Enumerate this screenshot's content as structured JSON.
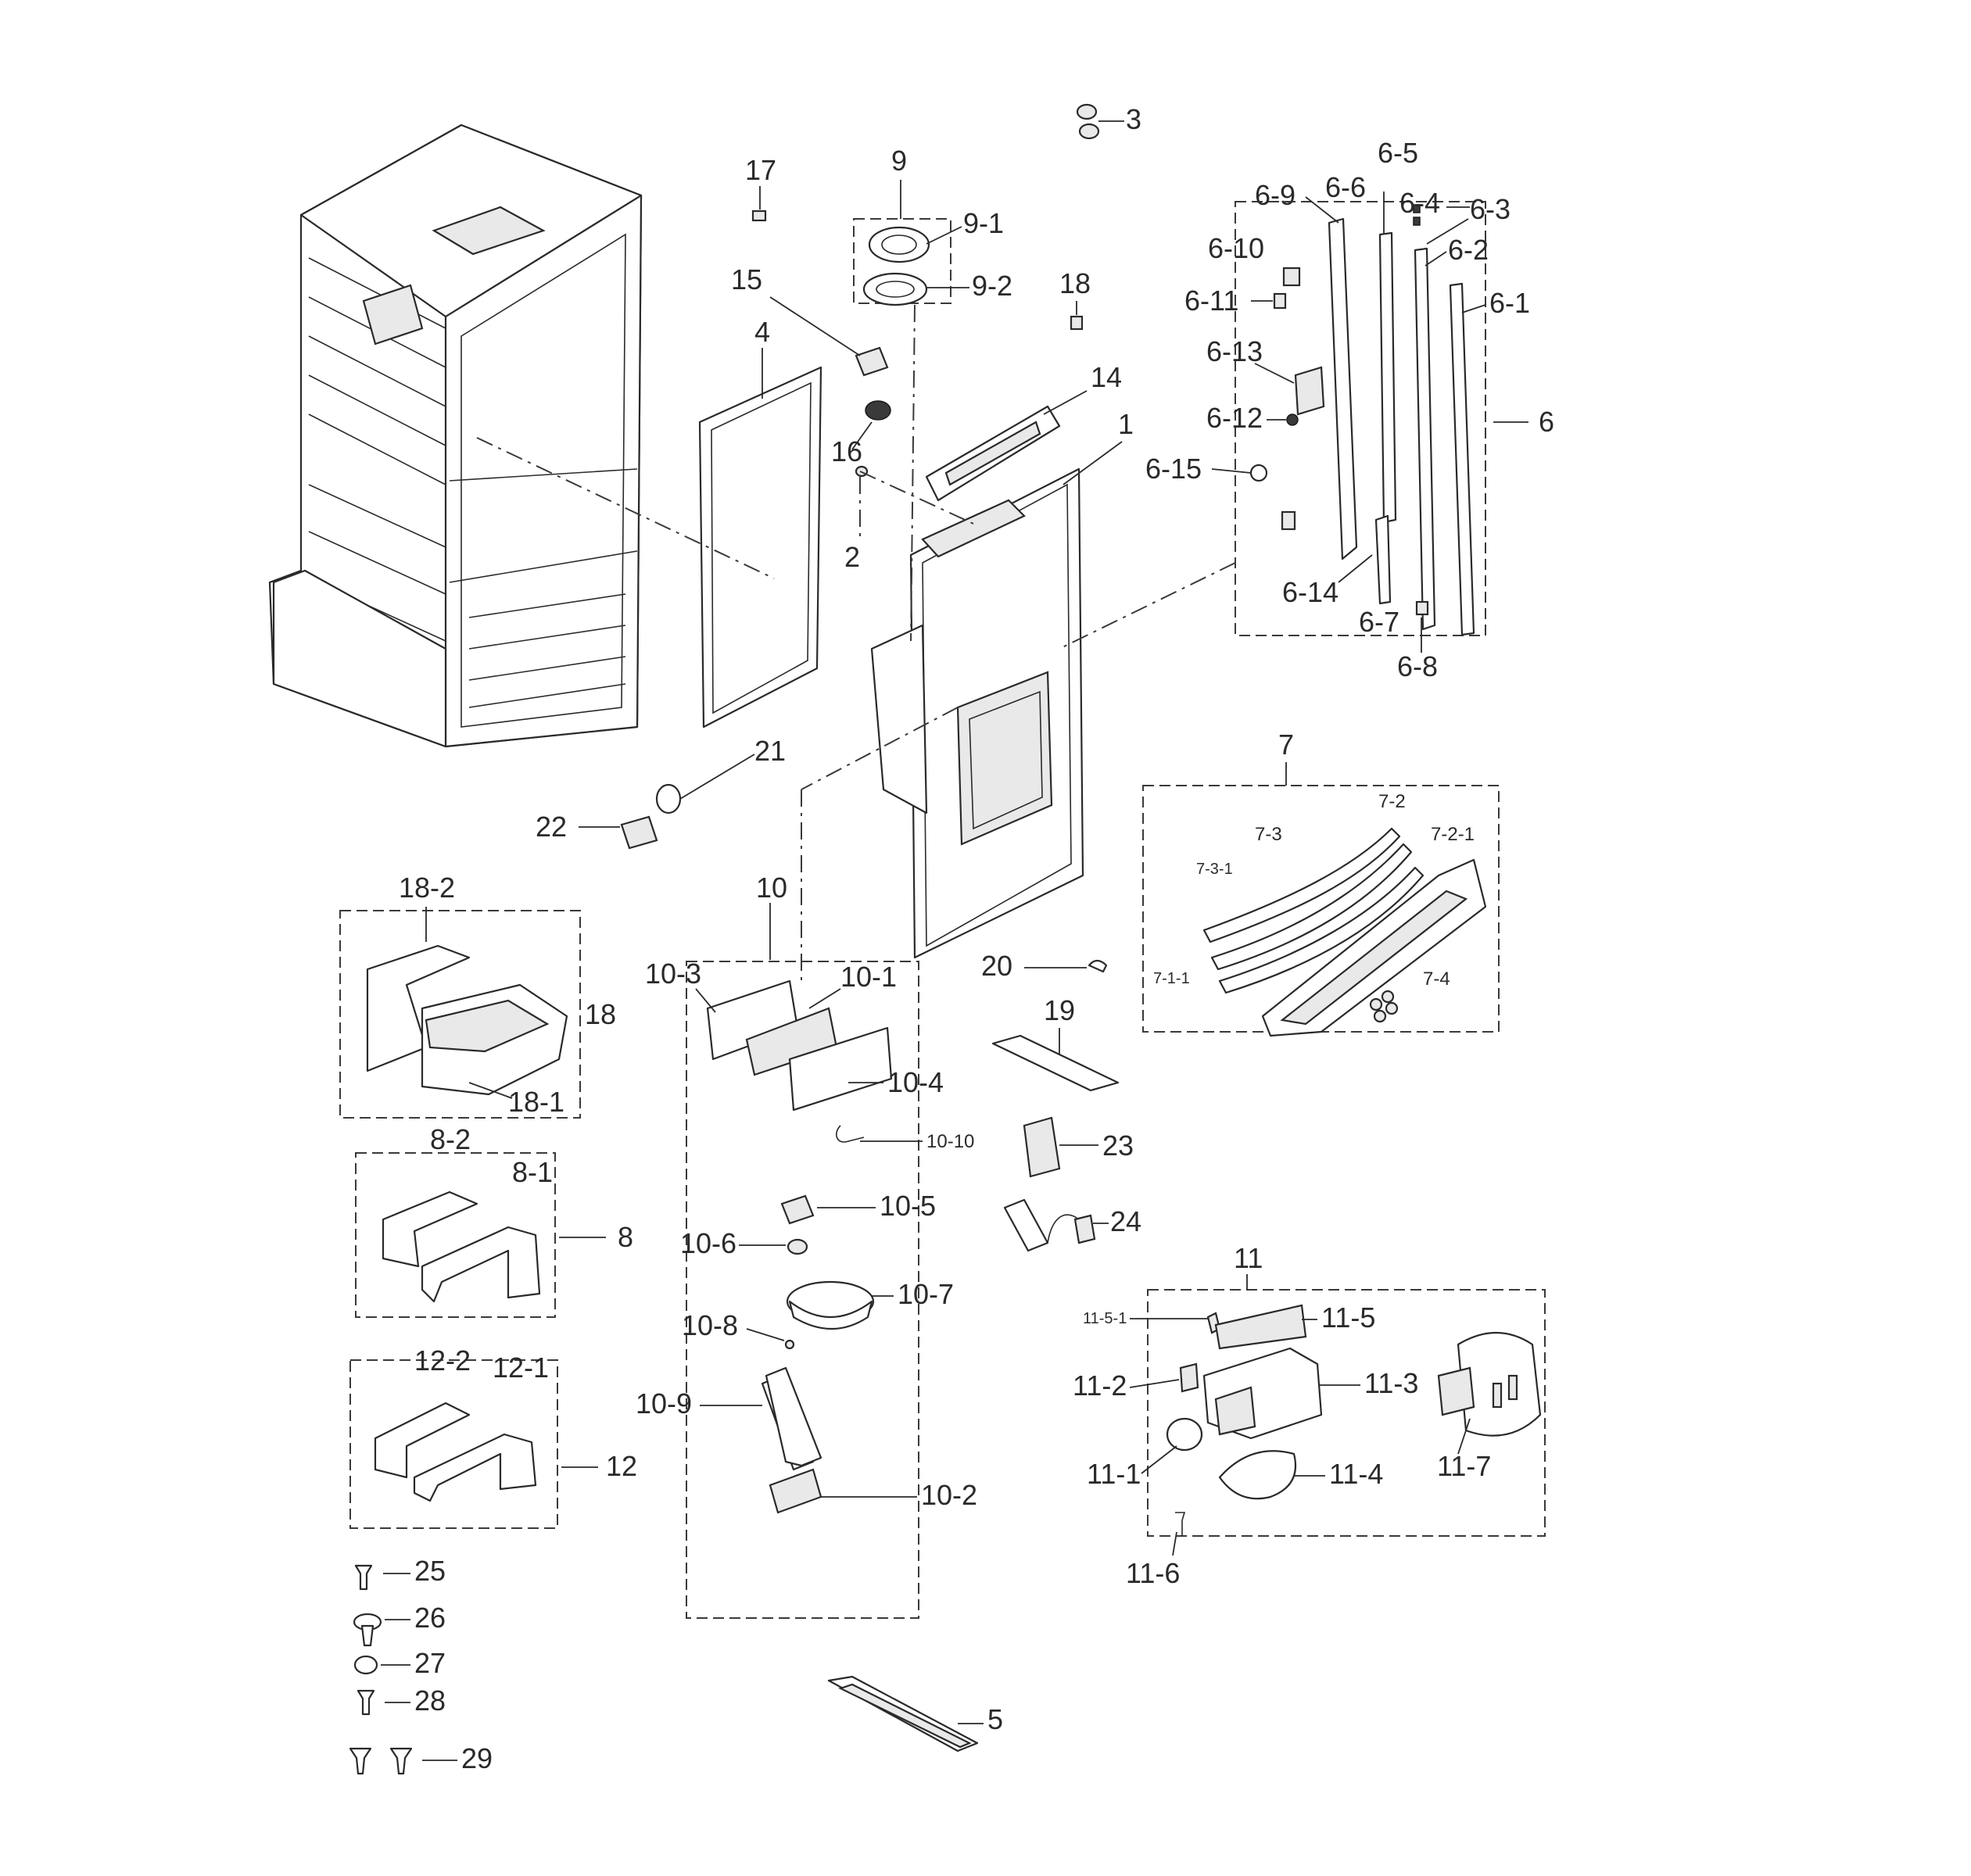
{
  "labels": {
    "l1": "1",
    "l2": "2",
    "l3": "3",
    "l4": "4",
    "l5": "5",
    "l6": "6",
    "l6_1": "6-1",
    "l6_2": "6-2",
    "l6_3": "6-3",
    "l6_4": "6-4",
    "l6_5": "6-5",
    "l6_6": "6-6",
    "l6_7": "6-7",
    "l6_8": "6-8",
    "l6_9": "6-9",
    "l6_10": "6-10",
    "l6_11": "6-11",
    "l6_12": "6-12",
    "l6_13": "6-13",
    "l6_14": "6-14",
    "l6_15": "6-15",
    "l7": "7",
    "l7_1_1": "7-1-1",
    "l7_2": "7-2",
    "l7_2_1": "7-2-1",
    "l7_3": "7-3",
    "l7_3_1": "7-3-1",
    "l7_4": "7-4",
    "l8": "8",
    "l8_1": "8-1",
    "l8_2": "8-2",
    "l9": "9",
    "l9_1": "9-1",
    "l9_2": "9-2",
    "l10": "10",
    "l10_1": "10-1",
    "l10_2": "10-2",
    "l10_3": "10-3",
    "l10_4": "10-4",
    "l10_5": "10-5",
    "l10_6": "10-6",
    "l10_7": "10-7",
    "l10_8": "10-8",
    "l10_9": "10-9",
    "l10_10": "10-10",
    "l11": "11",
    "l11_1": "11-1",
    "l11_2": "11-2",
    "l11_3": "11-3",
    "l11_4": "11-4",
    "l11_5": "11-5",
    "l11_5_1": "11-5-1",
    "l11_6": "11-6",
    "l11_7": "11-7",
    "l12": "12",
    "l12_1": "12-1",
    "l12_2": "12-2",
    "l14": "14",
    "l15": "15",
    "l16": "16",
    "l17": "17",
    "l18_top": "18",
    "l18": "18",
    "l18_1": "18-1",
    "l18_2": "18-2",
    "l19": "19",
    "l20": "20",
    "l21": "21",
    "l22": "22",
    "l23": "23",
    "l24": "24",
    "l25": "25",
    "l26": "26",
    "l27": "27",
    "l28": "28",
    "l29": "29"
  }
}
